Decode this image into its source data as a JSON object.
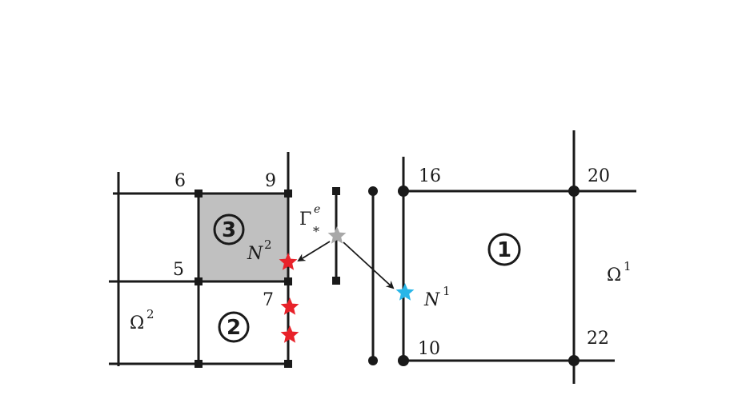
{
  "diagram": {
    "node_labels": {
      "n6": "6",
      "n9": "9",
      "n5": "5",
      "n7": "7",
      "n16": "16",
      "n20": "20",
      "n10": "10",
      "n22": "22"
    },
    "element_labels": {
      "e1": "1",
      "e2": "2",
      "e3": "3"
    },
    "domain_labels": {
      "omega1_base": "Ω",
      "omega1_sup": "1",
      "omega2_base": "Ω",
      "omega2_sup": "2"
    },
    "interface_label": {
      "base": "Γ",
      "sup": "e",
      "sub": "*"
    },
    "point_labels": {
      "N1_base": "N",
      "N1_sup": "1",
      "N2_base": "N",
      "N2_sup": "2"
    },
    "colors": {
      "line": "#1a1a1a",
      "shaded_element": "#c0c0c0",
      "red_star": "#e8222a",
      "blue_star": "#29b6e8",
      "gray_star": "#a8a8a8"
    }
  }
}
